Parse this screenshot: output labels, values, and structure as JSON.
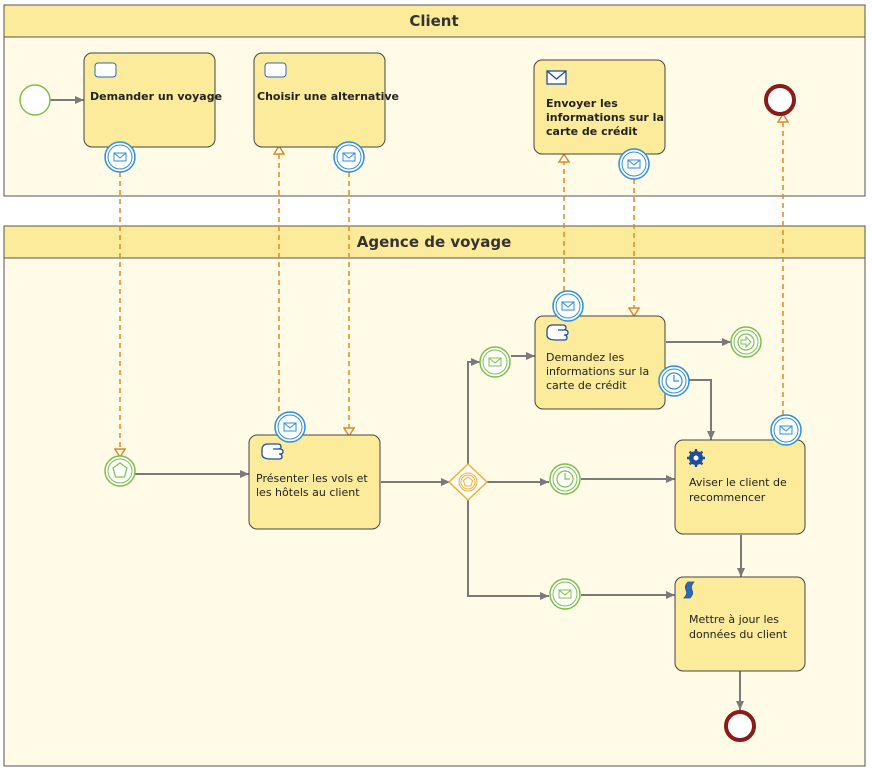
{
  "pools": {
    "client": {
      "title": "Client"
    },
    "agency": {
      "title": "Agence de voyage"
    }
  },
  "tasks": {
    "demander": {
      "lines": [
        "Demander un voyage"
      ]
    },
    "choisir": {
      "lines": [
        "Choisir une alternative"
      ]
    },
    "envoyer": {
      "lines": [
        "Envoyer les",
        "informations sur la",
        "carte de crédit"
      ]
    },
    "presenter": {
      "lines": [
        "Présenter les vols et",
        "les hôtels au client"
      ]
    },
    "demandez": {
      "lines": [
        "Demandez les",
        "informations sur la",
        "carte de crédit"
      ]
    },
    "aviser": {
      "lines": [
        "Aviser le client de",
        "recommencer"
      ]
    },
    "mettre": {
      "lines": [
        "Mettre à jour les",
        "données du client"
      ]
    }
  },
  "colors": {
    "pool_header": "#fbeb9b",
    "pool_body": "#fffbe6",
    "task_fill": "#fbeb9b",
    "start_event": "#7cc04a",
    "end_event": "#8b1a1a",
    "message_flow": "#e08a1e",
    "sequence_flow": "#7a7a7a",
    "message_icon": "#2e8fd6",
    "gateway": "#f0b030"
  },
  "icons": [
    "user-task-icon",
    "manual-task-icon",
    "send-task-icon",
    "service-task-icon",
    "script-task-icon",
    "message-event-icon",
    "timer-event-icon",
    "signal-event-icon",
    "escalation-event-icon",
    "event-based-gateway-icon"
  ]
}
